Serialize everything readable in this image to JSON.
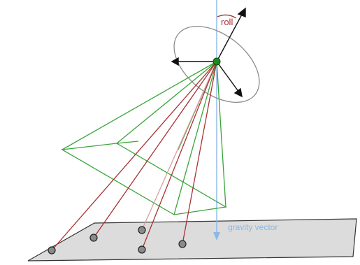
{
  "labels": {
    "roll": "roll",
    "gravity": "gravity vector"
  },
  "colors": {
    "background": "#ffffff",
    "ground_fill": "#dcdcdc",
    "ground_stroke": "#333333",
    "frustum": "#3aa53a",
    "rays": "#a83232",
    "rays_light": "#d9a0a0",
    "gravity": "#8ab8e6",
    "gravity_text": "#8ab8e6",
    "roll_text": "#a83232",
    "axes": "#111111",
    "camera_center": "#1e8a1e",
    "ellipse": "#8c8c8c",
    "ground_points_fill": "#8a8a8a",
    "ground_points_stroke": "#222222"
  },
  "icons": {
    "camera": "camera-center-dot"
  }
}
